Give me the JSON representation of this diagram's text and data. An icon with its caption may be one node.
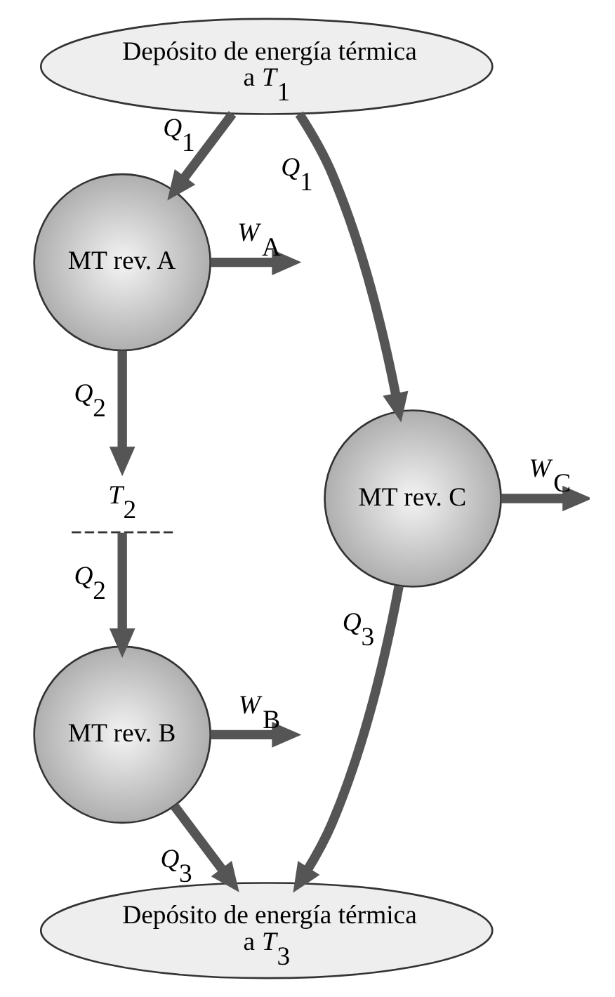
{
  "diagram": {
    "nodes": [
      {
        "text": [
          "Depósito de energía térmica a *T*$_{1}$"
        ]
      },
      {
        "text": [
          "MT rev. A"
        ]
      },
      {
        "text": [
          "*T*$_{2}$"
        ]
      },
      {
        "text": [
          "MT rev. C"
        ]
      },
      {
        "text": [
          "MT rev. B"
        ]
      },
      {
        "text": [
          "Depósito de energía térmica a *T*$_{3}$"
        ]
      }
    ],
    "edges": [
      {
        "from": 0,
        "to": 1,
        "arrow": "to",
        "label": "*Q*$_{1}$"
      },
      {
        "from": 0,
        "to": 3,
        "arrow": "to",
        "label": "*Q*$_{1}$"
      },
      {
        "from": 1,
        "to": null,
        "arrow": "to",
        "label": "*W*$_{A}$"
      },
      {
        "from": 1,
        "to": 2,
        "arrow": "to",
        "label": "*Q*$_{2}$"
      },
      {
        "from": 2,
        "to": 4,
        "arrow": "to",
        "label": "*Q*$_{2}$"
      },
      {
        "from": 3,
        "to": null,
        "arrow": "to",
        "label": "*W*$_{C}$"
      },
      {
        "from": 4,
        "to": null,
        "arrow": "to",
        "label": "*W*$_{B}$"
      },
      {
        "from": 3,
        "to": 5,
        "arrow": "to",
        "label": "*Q*$_{3}$"
      },
      {
        "from": 4,
        "to": 5,
        "arrow": "to",
        "label": "*Q*$_{3}$"
      }
    ]
  }
}
